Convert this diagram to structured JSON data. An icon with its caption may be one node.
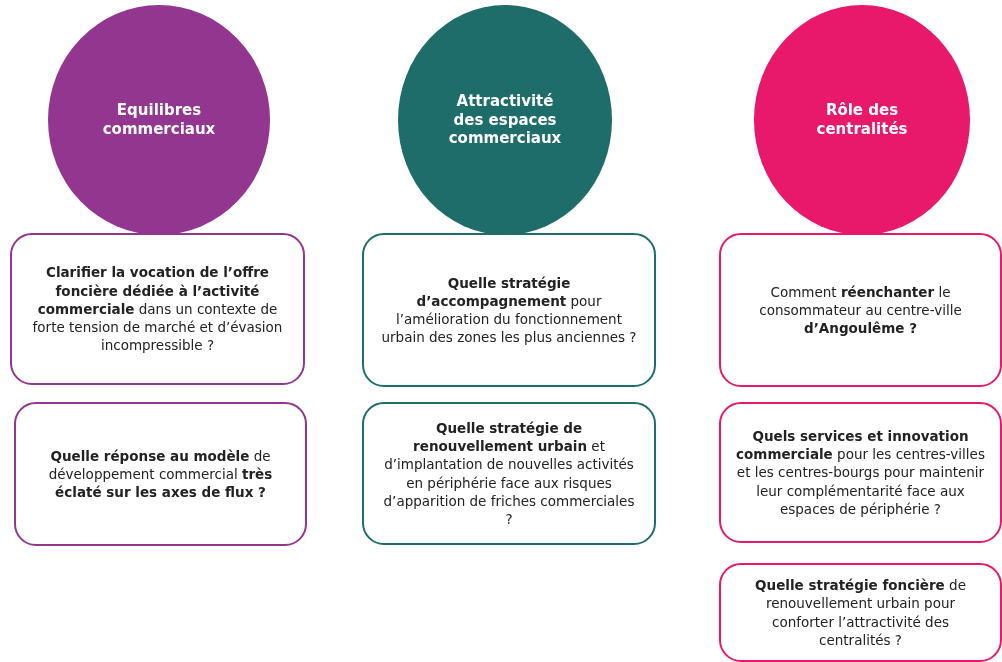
{
  "diagram": {
    "nodes": [
      {
        "text": [
          "Equilibres commerciaux"
        ]
      },
      {
        "text": [
          "Attractivité des espaces commerciaux"
        ]
      },
      {
        "text": [
          "Rôle des centralités"
        ]
      },
      {
        "text": [
          "**Clarifier la vocation de l’offre foncière dédiée à l’activité commerciale** dans un contexte de forte tension de marché et d’évasion incompressible ?"
        ]
      },
      {
        "text": [
          "**Quelle réponse au modèle** de développement commercial **très éclaté sur les axes de flux ?**"
        ]
      },
      {
        "text": [
          "**Quelle stratégie d’accompagnement** pour l’amélioration du fonctionnement urbain des zones les plus anciennes ?"
        ]
      },
      {
        "text": [
          "**Quelle stratégie de renouvellement urbain** et d’implantation de nouvelles activités en périphérie face aux risques d’apparition de friches commerciales ?"
        ]
      },
      {
        "text": [
          "Comment **réenchanter** le consommateur au centre-ville **d’Angoulême ?**"
        ]
      },
      {
        "text": [
          "**Quels services et innovation commerciale** pour les centres-villes et les centres-bourgs pour maintenir leur complémentarité face aux espaces de périphérie ?"
        ]
      },
      {
        "text": [
          "**Quelle stratégie foncière** de renouvellement urbain pour conforter l’attractivité des centralités ?"
        ]
      }
    ]
  }
}
